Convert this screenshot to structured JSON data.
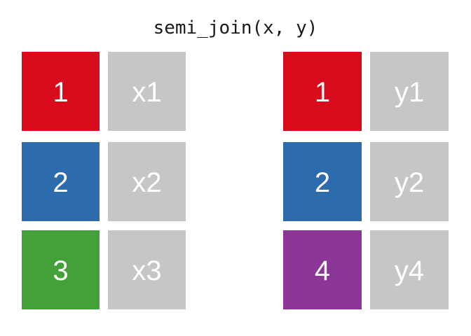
{
  "title": "semi_join(x, y)",
  "palette": {
    "red": "#D80B1C",
    "blue": "#2C6CAD",
    "green": "#42A138",
    "purple": "#8B3596",
    "gray": "#C6C6C6",
    "background": "#FFFFFF",
    "text_on_cell": "#FFFFFF",
    "title_text": "#1A1A1A"
  },
  "tables": [
    {
      "name": "x",
      "rows": [
        {
          "key": "1",
          "key_color": "#D80B1C",
          "value": "x1",
          "value_color": "#C6C6C6"
        },
        {
          "key": "2",
          "key_color": "#2C6CAD",
          "value": "x2",
          "value_color": "#C6C6C6"
        },
        {
          "key": "3",
          "key_color": "#42A138",
          "value": "x3",
          "value_color": "#C6C6C6"
        }
      ]
    },
    {
      "name": "y",
      "rows": [
        {
          "key": "1",
          "key_color": "#D80B1C",
          "value": "y1",
          "value_color": "#C6C6C6"
        },
        {
          "key": "2",
          "key_color": "#2C6CAD",
          "value": "y2",
          "value_color": "#C6C6C6"
        },
        {
          "key": "4",
          "key_color": "#8B3596",
          "value": "y4",
          "value_color": "#C6C6C6"
        }
      ]
    }
  ]
}
